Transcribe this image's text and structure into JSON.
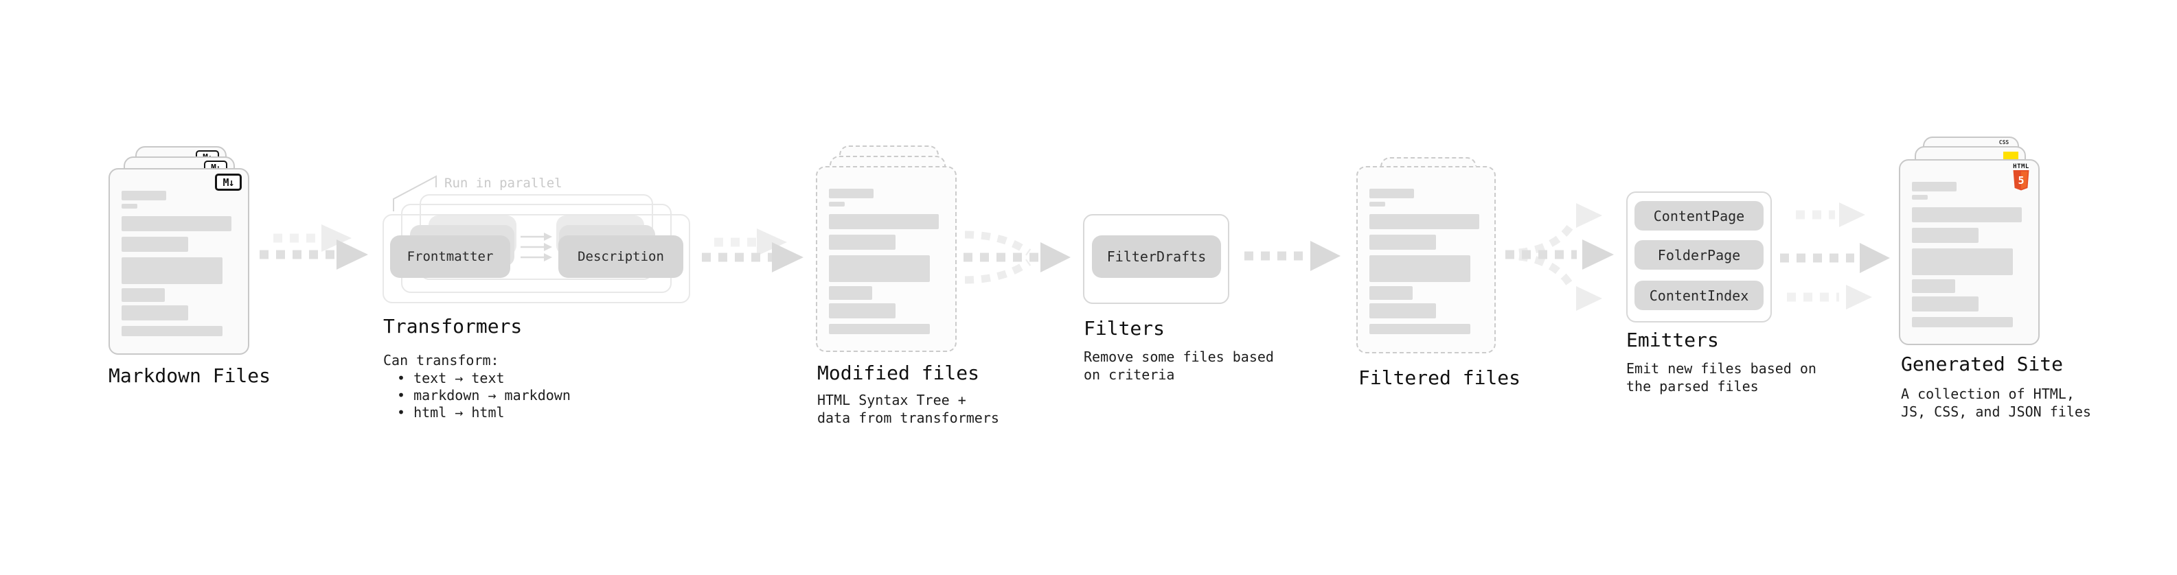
{
  "diagram": {
    "markdown_files": {
      "label": "Markdown Files",
      "badge": "M↓"
    },
    "transformers": {
      "annotation": "Run in parallel",
      "label": "Transformers",
      "pill_a": "Frontmatter",
      "pill_b": "Description",
      "caption_title": "Can transform:",
      "bullets": [
        "• text → text",
        "• markdown → markdown",
        "• html → html"
      ]
    },
    "modified_files": {
      "label": "Modified files",
      "caption": "HTML Syntax Tree +\ndata from transformers"
    },
    "filters": {
      "label": "Filters",
      "pill": "FilterDrafts",
      "caption": "Remove some files based\non criteria"
    },
    "filtered_files": {
      "label": "Filtered files"
    },
    "emitters": {
      "label": "Emitters",
      "pills": [
        "ContentPage",
        "FolderPage",
        "ContentIndex"
      ],
      "caption": "Emit new files based on\nthe parsed files"
    },
    "generated_site": {
      "label": "Generated Site",
      "caption": "A collection of HTML,\nJS, CSS, and JSON files",
      "badge_css": "CSS",
      "badge_html_label": "HTML",
      "badge_html_number": "5"
    }
  },
  "colors": {
    "html5_orange": "#e44d26",
    "html5_orange_light": "#f16529",
    "js_yellow": "#ffe000",
    "css_blue": "#2965f1",
    "arrow_dark": "#d9d9d9",
    "arrow_light": "#ededed",
    "doc_border": "#c8c8c8",
    "placeholder_bar": "#dcdcdc"
  }
}
